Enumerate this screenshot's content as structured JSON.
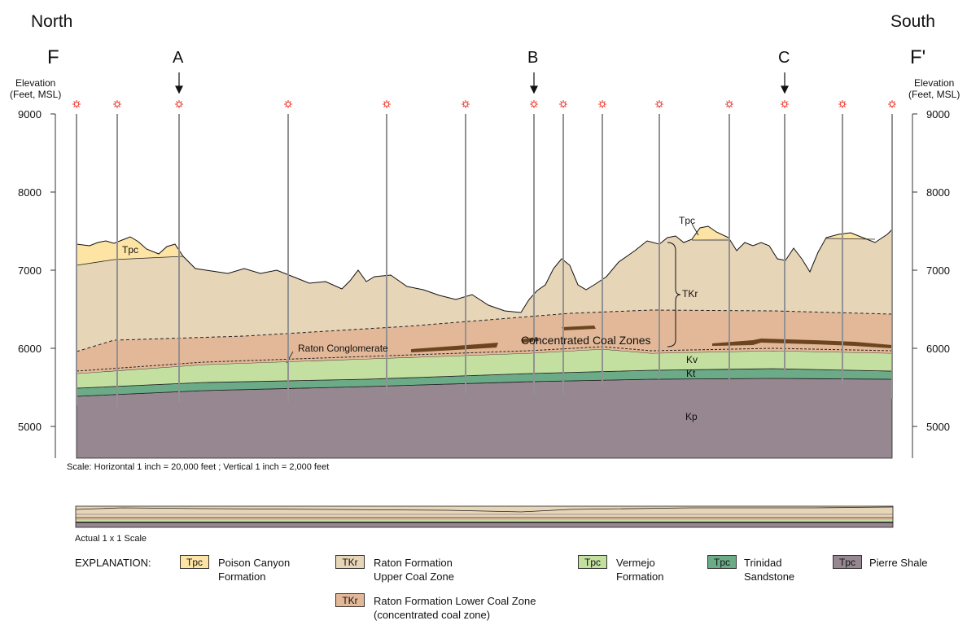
{
  "header": {
    "north": "North",
    "south": "South",
    "section_left": "F",
    "section_right": "F'",
    "well_a": "A",
    "well_b": "B",
    "well_c": "C"
  },
  "axis": {
    "title_line1": "Elevation",
    "title_line2": "(Feet, MSL)",
    "ticks": [
      "9000",
      "8000",
      "7000",
      "6000",
      "5000"
    ]
  },
  "formation_labels": {
    "tpc_left": "Tpc",
    "tpc_right": "Tpc",
    "tkr": "TKr",
    "raton_conglomerate": "Raton Conglomerate",
    "coal_zones": "Concentrated Coal Zones",
    "kv": "Kv",
    "kt": "Kt",
    "kp": "Kp"
  },
  "scale_note": "Scale:  Horizontal  1 inch = 20,000 feet ;  Vertical  1 inch = 2,000  feet",
  "actual_scale_note": "Actual 1 x 1 Scale",
  "legend": {
    "title": "EXPLANATION:",
    "items": [
      {
        "code": "Tpc",
        "line1": "Poison Canyon",
        "line2": "Formation",
        "color": "#fde3a4"
      },
      {
        "code": "TKr",
        "line1": "Raton Formation",
        "line2": "Upper Coal Zone",
        "color": "#e7d5b8"
      },
      {
        "code": "Tpc",
        "line1": "Vermejo",
        "line2": "Formation",
        "color": "#c3e0a0"
      },
      {
        "code": "Tpc",
        "line1": "Trinidad",
        "line2": "Sandstone",
        "color": "#6cab88"
      },
      {
        "code": "Tpc",
        "line1": "Pierre Shale",
        "line2": "",
        "color": "#968790"
      },
      {
        "code": "TKr",
        "line1": "Raton Formation Lower Coal Zone",
        "line2": "(concentrated coal zone)",
        "color": "#e3b898"
      }
    ]
  },
  "colors": {
    "tpc": "#fde3a4",
    "tkr_upper": "#e7d5b8",
    "tkr_lower": "#e3b898",
    "kv": "#c3e0a0",
    "kt": "#6cab88",
    "kp": "#968790",
    "coal": "#6b4420",
    "well_marker": "#e8332a"
  },
  "icons": {
    "well_marker": "well-symbol-icon",
    "arrow": "down-arrow-icon"
  }
}
